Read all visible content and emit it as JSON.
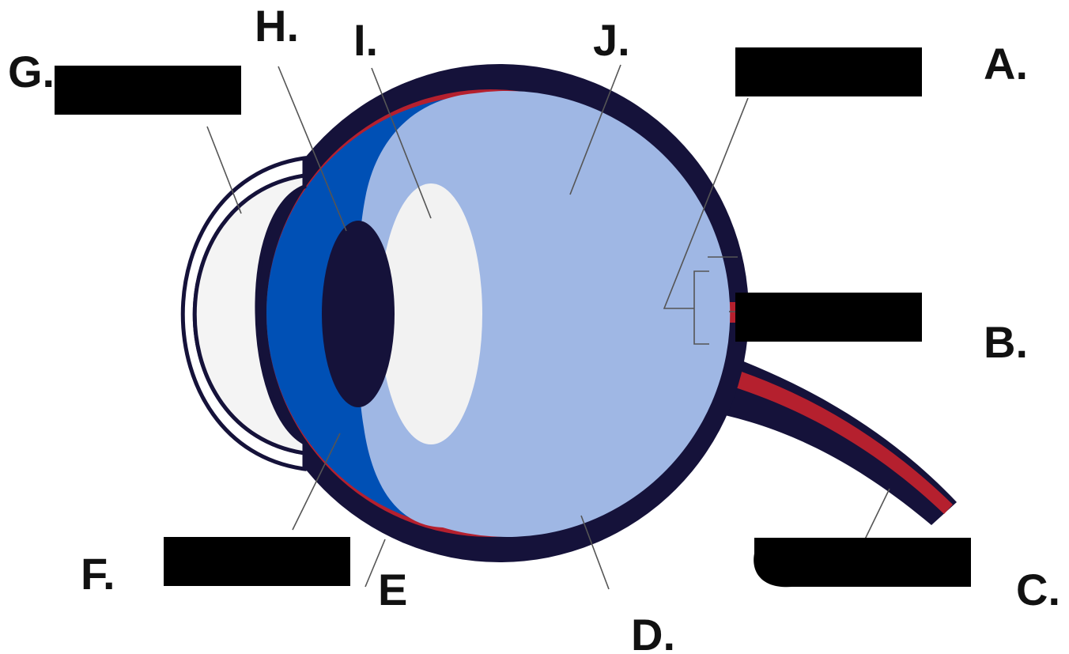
{
  "labels": {
    "a": "A.",
    "b": "B.",
    "c": "C.",
    "d": "D.",
    "e": "E",
    "f": "F.",
    "g": "G.",
    "h": "H.",
    "i": "I.",
    "j": "J."
  },
  "colors": {
    "sclera_outline": "#15123a",
    "retina_red": "#b5202e",
    "iris_blue": "#0050b5",
    "vitreous_blue": "#9fb7e4",
    "lens_white": "#f2f2f2",
    "cornea_fill": "#f4f4f4",
    "pupil_dark": "#15123a",
    "redaction_box": "#000000",
    "text": "#111111"
  },
  "answer_boxes": {
    "count": 5,
    "state": "redacted"
  }
}
